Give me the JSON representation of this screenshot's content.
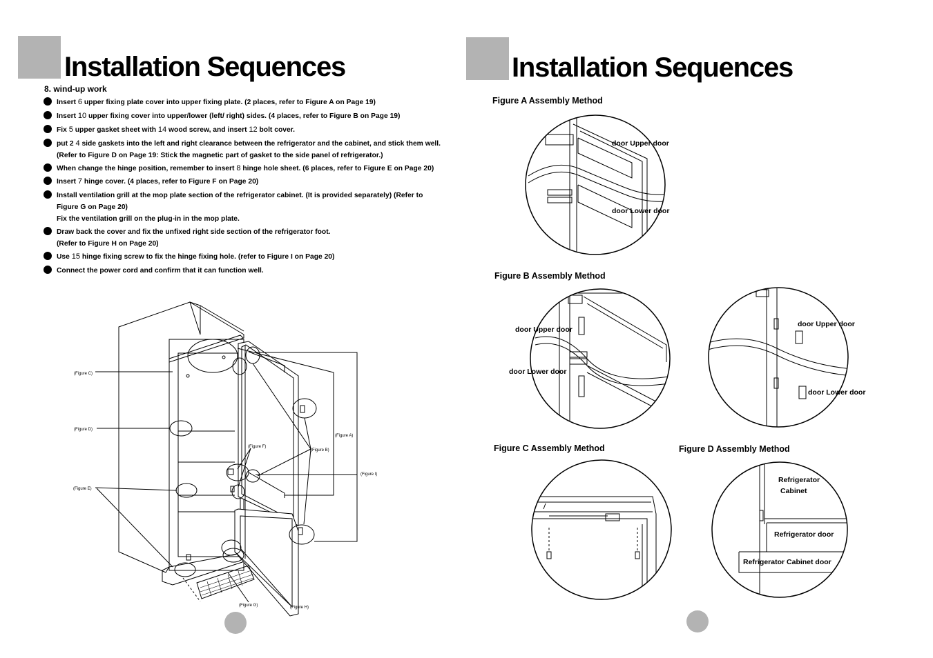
{
  "left_page": {
    "title": "Installation Sequences",
    "step_heading": "8.  wind-up work",
    "bullets": [
      {
        "pre": "Insert ",
        "num": "6",
        "post": " upper fixing plate cover into upper fixing plate. (2 places, refer to Figure A on Page 19)"
      },
      {
        "pre": "Insert ",
        "num": "10",
        "post": "  upper fixing cover into upper/lower (left/ right) sides. (4 places, refer to Figure B on Page 19)"
      },
      {
        "pre": "Fix ",
        "num": "5",
        "post": "  upper gasket sheet with ",
        "num2": "14",
        "post2": " wood screw, and insert ",
        "num3": "12",
        "post3": " bolt cover."
      },
      {
        "pre": "put 2 ",
        "num": "4",
        "post": " side gaskets into the left and right clearance between the refrigerator and the cabinet, and stick them well. (Refer to Figure D on Page 19: Stick the magnetic part of gasket to the side panel of refrigerator.)"
      },
      {
        "pre": "When change the hinge position, remember to insert ",
        "num": "8",
        "post": " hinge hole sheet. (6 places, refer to Figure E on Page 20)"
      },
      {
        "pre": "Insert ",
        "num": "7",
        "post": "  hinge cover. (4 places, refer to Figure F on Page 20)"
      },
      {
        "pre": "Install ventilation grill at the mop plate section of the refrigerator cabinet. (It is provided separately) (Refer to Figure G on Page 20)",
        "extra": "Fix the ventilation grill on the plug-in in the mop plate."
      },
      {
        "pre": "Draw back the cover and fix the unfixed right side section of the refrigerator foot.",
        "extra": "(Refer to Figure H on Page 20)"
      },
      {
        "pre": "Use ",
        "num": "15",
        "post": "  hinge fixing screw to fix the hinge fixing hole. (refer to Figure I on Page 20)"
      },
      {
        "pre": "Connect the power cord and confirm that it can function well."
      }
    ],
    "diagram_labels": {
      "fig_c": "(Figure C)",
      "fig_d": "(Figure D)",
      "fig_e": "(Figure E)",
      "fig_f": "(Figure F)",
      "fig_a": "(Figure A)",
      "fig_b": "(Figure B)",
      "fig_i": "(Figure I)",
      "fig_g": "(Figure G)",
      "fig_h": "(Figure H)"
    }
  },
  "right_page": {
    "title": "Installation Sequences",
    "figure_a": {
      "caption": "Figure A Assembly Method",
      "upper": "door Upper door",
      "lower": "door Lower door"
    },
    "figure_b": {
      "caption": "Figure B Assembly Method",
      "left_upper": "door Upper door",
      "left_lower": "door Lower door",
      "right_upper": "door Upper door",
      "right_lower": "door Lower door"
    },
    "figure_c": {
      "caption": "Figure C Assembly Method"
    },
    "figure_d": {
      "caption": "Figure D Assembly Method",
      "cabinet_1": "Refrigerator",
      "cabinet_2": "Cabinet",
      "door": "Refrigerator door",
      "cabinet_door": "Refrigerator Cabinet door"
    }
  },
  "colors": {
    "title_block": "#b3b3b3",
    "page_circle": "#b3b3b3",
    "ink": "#000000"
  }
}
